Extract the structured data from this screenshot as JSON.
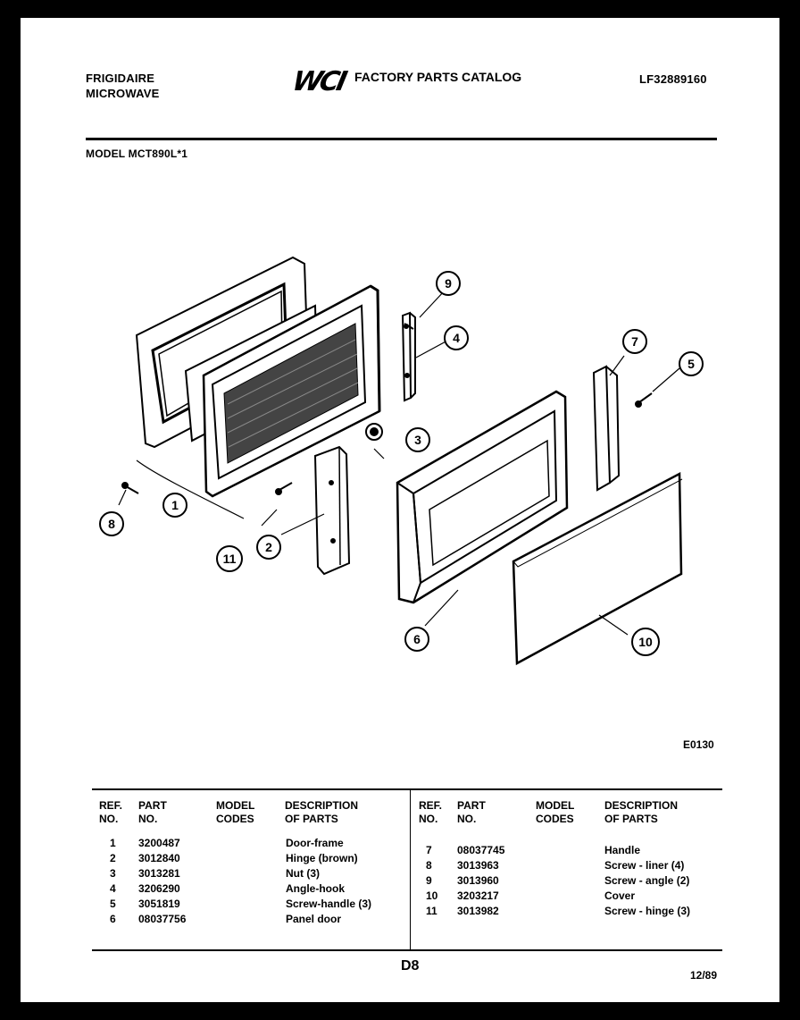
{
  "header": {
    "brand_line1": "FRIGIDAIRE",
    "brand_line2": "MICROWAVE",
    "logo_text": "WCI",
    "catalog_title": "FACTORY PARTS CATALOG",
    "catalog_number": "LF32889160",
    "model_label": "MODEL MCT890L*1"
  },
  "diagram": {
    "code": "E0130",
    "callouts": [
      "1",
      "2",
      "3",
      "4",
      "5",
      "6",
      "7",
      "8",
      "9",
      "10",
      "11"
    ]
  },
  "table": {
    "left_headers": {
      "ref": "REF.\nNO.",
      "part": "PART\nNO.",
      "model": "MODEL\nCODES",
      "desc": "DESCRIPTION\nOF PARTS"
    },
    "right_headers": {
      "ref": "REF.\nNO.",
      "part": "PART\nNO.",
      "model": "MODEL\nCODES",
      "desc": "DESCRIPTION\nOF PARTS"
    },
    "left_rows": [
      {
        "ref": "1",
        "part": "3200487",
        "desc": "Door-frame"
      },
      {
        "ref": "2",
        "part": "3012840",
        "desc": "Hinge (brown)"
      },
      {
        "ref": "3",
        "part": "3013281",
        "desc": "Nut (3)"
      },
      {
        "ref": "4",
        "part": "3206290",
        "desc": "Angle-hook"
      },
      {
        "ref": "5",
        "part": "3051819",
        "desc": "Screw-handle (3)"
      },
      {
        "ref": "6",
        "part": "08037756",
        "desc": "Panel door"
      }
    ],
    "right_rows": [
      {
        "ref": "7",
        "part": "08037745",
        "desc": "Handle"
      },
      {
        "ref": "8",
        "part": "3013963",
        "desc": "Screw - liner (4)"
      },
      {
        "ref": "9",
        "part": "3013960",
        "desc": "Screw - angle (2)"
      },
      {
        "ref": "10",
        "part": "3203217",
        "desc": "Cover"
      },
      {
        "ref": "11",
        "part": "3013982",
        "desc": "Screw - hinge (3)"
      }
    ]
  },
  "footer": {
    "page_code": "D8",
    "date": "12/89"
  }
}
